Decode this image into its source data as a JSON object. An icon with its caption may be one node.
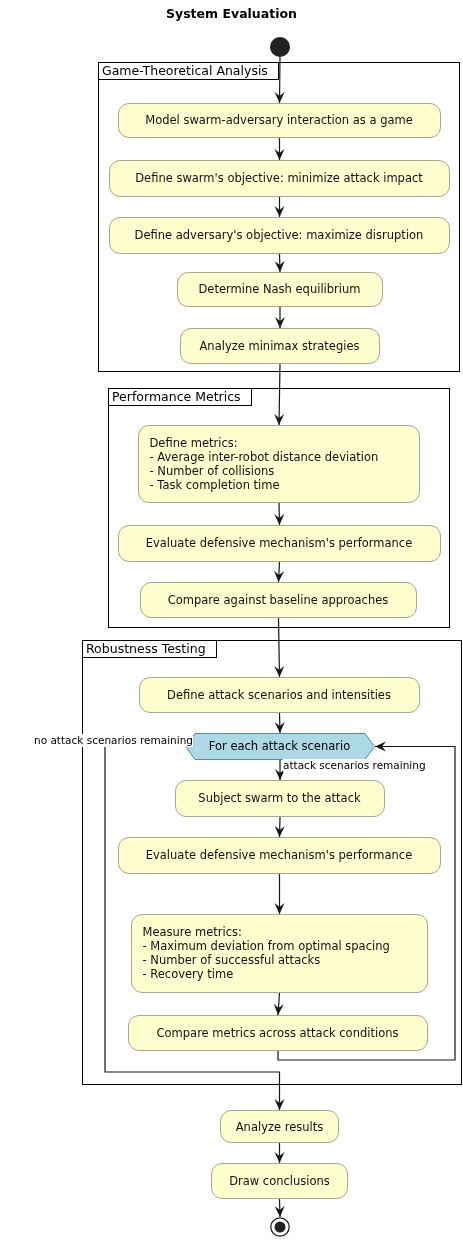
{
  "diagram": {
    "title": "System Evaluation",
    "nodes": [
      {
        "text": [],
        "shape": "circle"
      },
      {
        "text": [
          "Game-Theoretical Analysis"
        ]
      },
      {
        "text": [
          "Model swarm-adversary interaction as a game"
        ],
        "in": 1
      },
      {
        "text": [
          "Define swarm's objective: minimize attack impact"
        ],
        "in": 1
      },
      {
        "text": [
          "Define adversary's objective: maximize disruption"
        ],
        "in": 1
      },
      {
        "text": [
          "Determine Nash equilibrium"
        ],
        "in": 1
      },
      {
        "text": [
          "Analyze minimax strategies"
        ],
        "in": 1
      },
      {
        "text": [
          "Performance Metrics"
        ]
      },
      {
        "text": [
          "Define metrics:",
          "- Average inter-robot distance deviation",
          "- Number of collisions",
          "- Task completion time"
        ],
        "in": 7
      },
      {
        "text": [
          "Evaluate defensive mechanism's performance"
        ],
        "in": 7
      },
      {
        "text": [
          "Compare against baseline approaches"
        ],
        "in": 7
      },
      {
        "text": [
          "Robustness Testing"
        ]
      },
      {
        "text": [
          "Define attack scenarios and intensities"
        ],
        "in": 11
      },
      {
        "text": [
          "For each attack scenario"
        ],
        "in": 11
      },
      {
        "text": [
          "Subject swarm to the attack"
        ],
        "in": 11
      },
      {
        "text": [
          "Evaluate defensive mechanism's performance"
        ],
        "in": 11
      },
      {
        "text": [
          "Measure metrics:",
          "- Maximum deviation from optimal spacing",
          "- Number of successful attacks",
          "- Recovery time"
        ],
        "in": 11
      },
      {
        "text": [
          "Compare metrics across attack conditions"
        ],
        "in": 11
      },
      {
        "text": [
          "Analyze results"
        ]
      },
      {
        "text": [
          "Draw conclusions"
        ]
      },
      {
        "text": [],
        "shape": "circle"
      }
    ],
    "edges": [
      {
        "from": 0,
        "to": 2,
        "arrow": "to"
      },
      {
        "from": 2,
        "to": 3,
        "arrow": "to"
      },
      {
        "from": 3,
        "to": 4,
        "arrow": "to"
      },
      {
        "from": 4,
        "to": 5,
        "arrow": "to"
      },
      {
        "from": 5,
        "to": 6,
        "arrow": "to"
      },
      {
        "from": 6,
        "to": 8,
        "arrow": "to"
      },
      {
        "from": 8,
        "to": 9,
        "arrow": "to"
      },
      {
        "from": 9,
        "to": 10,
        "arrow": "to"
      },
      {
        "from": 10,
        "to": 12,
        "arrow": "to"
      },
      {
        "from": 12,
        "to": 13,
        "arrow": "to"
      },
      {
        "from": 13,
        "to": 14,
        "arrow": "to",
        "label": "attack scenarios remaining"
      },
      {
        "from": 14,
        "to": 15,
        "arrow": "to"
      },
      {
        "from": 15,
        "to": 16,
        "arrow": "to"
      },
      {
        "from": 16,
        "to": 17,
        "arrow": "to"
      },
      {
        "from": 17,
        "to": 13,
        "arrow": "to"
      },
      {
        "from": 13,
        "to": 18,
        "arrow": "to",
        "label": "no attack scenarios remaining"
      },
      {
        "from": 18,
        "to": 19,
        "arrow": "to"
      },
      {
        "from": 19,
        "to": 20,
        "arrow": "to"
      }
    ]
  }
}
